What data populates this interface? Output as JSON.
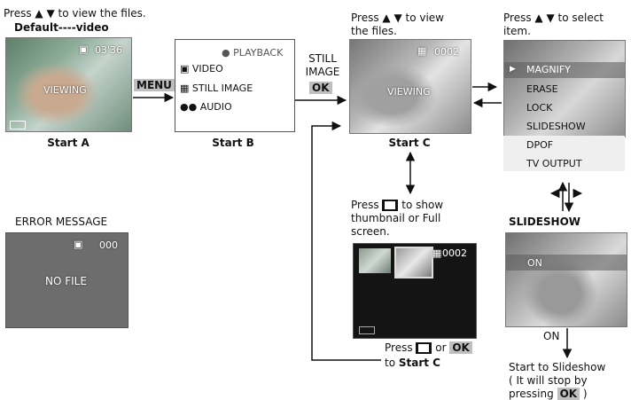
{
  "start_a": {
    "instruction": "Press ▲ ▼ to view the files.",
    "default_label": "Default----video",
    "timecode": "03'36",
    "overlay": "VIEWING",
    "caption": "Start A"
  },
  "menu_key": "MENU",
  "start_b": {
    "header": "PLAYBACK",
    "items": [
      "VIDEO",
      "STILL IMAGE",
      "AUDIO"
    ],
    "caption": "Start B"
  },
  "still_image": {
    "line1": "STILL",
    "line2": "IMAGE",
    "key": "OK"
  },
  "start_c": {
    "instruction_line1": "Press ▲ ▼ to view",
    "instruction_line2": "the files.",
    "counter": "0002",
    "overlay": "VIEWING",
    "caption": "Start C"
  },
  "select": {
    "instruction_line1": "Press ▲ ▼ to select",
    "instruction_line2": "item.",
    "items": [
      "MAGNIFY",
      "ERASE",
      "LOCK",
      "SLIDESHOW",
      "DPOF",
      "TV OUTPUT"
    ]
  },
  "error": {
    "title": "ERROR MESSAGE",
    "counter": "000",
    "message": "NO FILE"
  },
  "thumbnail": {
    "line1_pre": "Press",
    "line1_post": "to show",
    "line2": "thumbnail or Full",
    "line3": "screen.",
    "counter": "0002",
    "return_pre": "Press",
    "return_or": "or",
    "return_key": "OK",
    "return_to": "to",
    "return_target": "Start C"
  },
  "slideshow": {
    "title": "SLIDESHOW",
    "overlay": "ON",
    "arrow_label": "ON",
    "desc_line1": "Start to Slideshow",
    "desc_line2": "( It will stop by",
    "desc_line3_pre": "pressing",
    "desc_key": "OK",
    "desc_line3_post": ")"
  }
}
